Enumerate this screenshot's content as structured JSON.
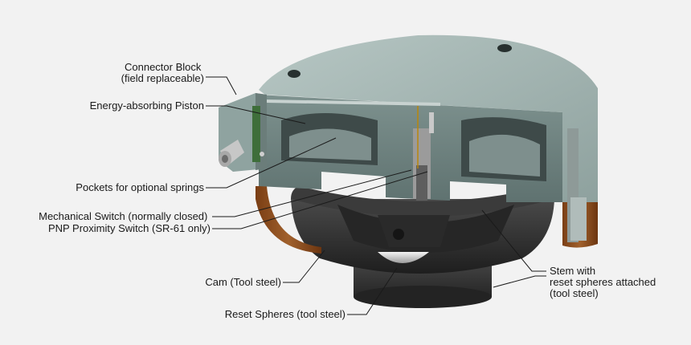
{
  "labels": {
    "connector_block": [
      "Connector Block",
      "(field replaceable)"
    ],
    "piston": [
      "Energy-absorbing Piston"
    ],
    "pockets": [
      "Pockets for optional springs"
    ],
    "switch": [
      "Mechanical Switch (normally closed)",
      "PNP Proximity Switch (SR-61 only)"
    ],
    "cam": [
      "Cam (Tool steel)"
    ],
    "reset_spheres": [
      "Reset Spheres (tool steel)"
    ],
    "stem": [
      "Stem with",
      "reset spheres attached",
      "(tool steel)"
    ]
  },
  "colors": {
    "background": "#f2f2f2",
    "housing_top": "#9fb3b0",
    "housing_section": "#6f8481",
    "dark_body": "#2c2c2c",
    "bronze_ring": "#8a4a1c",
    "text": "#1a1a1a"
  }
}
